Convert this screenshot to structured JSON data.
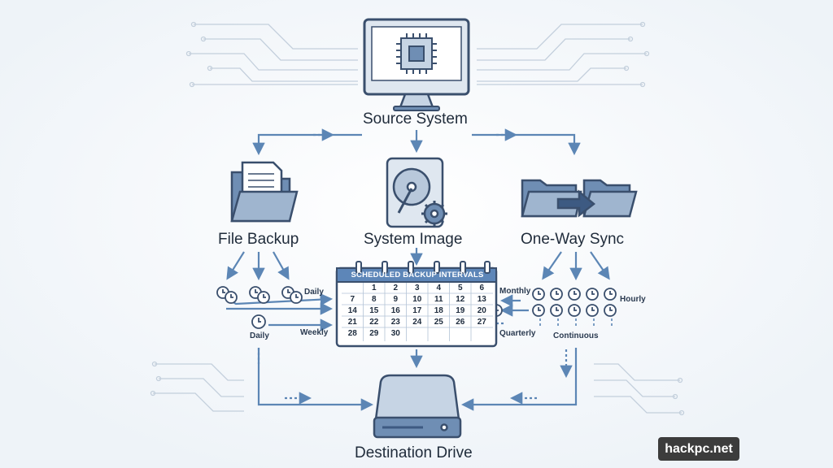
{
  "labels": {
    "source": "Source System",
    "file_backup": "File Backup",
    "system_image": "System Image",
    "one_way_sync": "One-Way Sync",
    "destination": "Destination Drive"
  },
  "calendar": {
    "title": "SCHEDULED BACKUP INTERVALS",
    "cells": [
      "",
      "1",
      "2",
      "3",
      "4",
      "5",
      "6",
      "7",
      "8",
      "9",
      "10",
      "11",
      "12",
      "13",
      "14",
      "15",
      "16",
      "17",
      "18",
      "19",
      "20",
      "21",
      "22",
      "23",
      "24",
      "25",
      "26",
      "27",
      "28",
      "29",
      "30",
      "",
      "",
      "",
      ""
    ]
  },
  "intervals": {
    "daily_top": "Daily",
    "daily_bottom": "Daily",
    "weekly": "Weekly",
    "monthly": "Monthly",
    "quarterly": "Quarterly",
    "hourly": "Hourly",
    "continuous": "Continuous"
  },
  "watermark": "hackpc.net",
  "colors": {
    "stroke": "#3a4f6d",
    "fill_light": "#c6d4e4",
    "fill_mid": "#6f8eb4",
    "arrow": "#5c86b5",
    "calendar_header": "#5d86b8"
  }
}
